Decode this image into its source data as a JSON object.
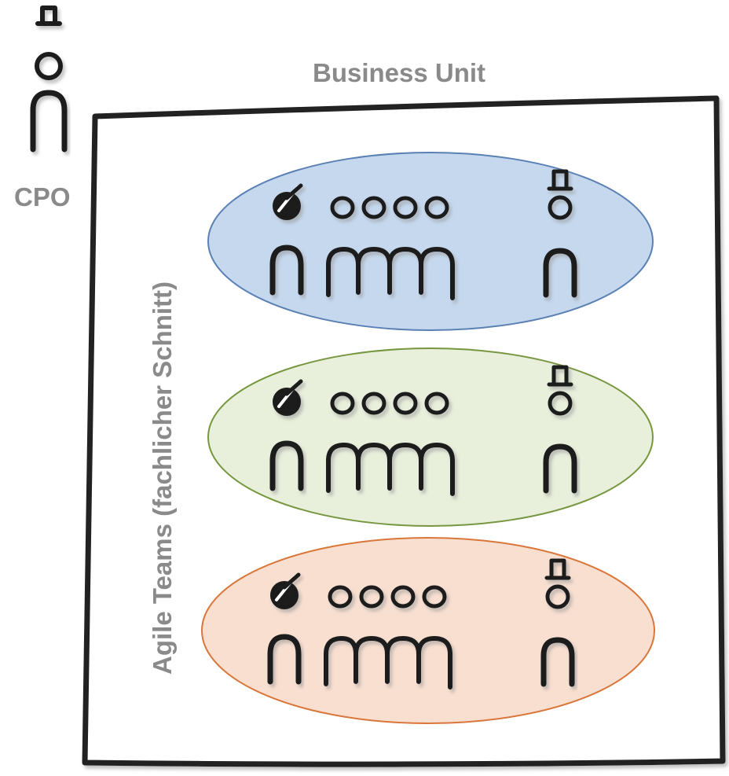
{
  "title": "Business Unit",
  "side_label": "Agile Teams (fachlicher Schnitt)",
  "cpo": {
    "label": "CPO",
    "icon": "person-with-top-hat-icon"
  },
  "teams": [
    {
      "color": "#c5d8ee",
      "border": "#5b80b4",
      "members": [
        "scrum-master-icon",
        "developers-icon",
        "product-owner-icon"
      ]
    },
    {
      "color": "#e8efdb",
      "border": "#76973f",
      "members": [
        "scrum-master-icon",
        "developers-icon",
        "product-owner-icon"
      ]
    },
    {
      "color": "#f9dfd0",
      "border": "#d9773b",
      "members": [
        "scrum-master-icon",
        "developers-icon",
        "product-owner-icon"
      ]
    }
  ]
}
